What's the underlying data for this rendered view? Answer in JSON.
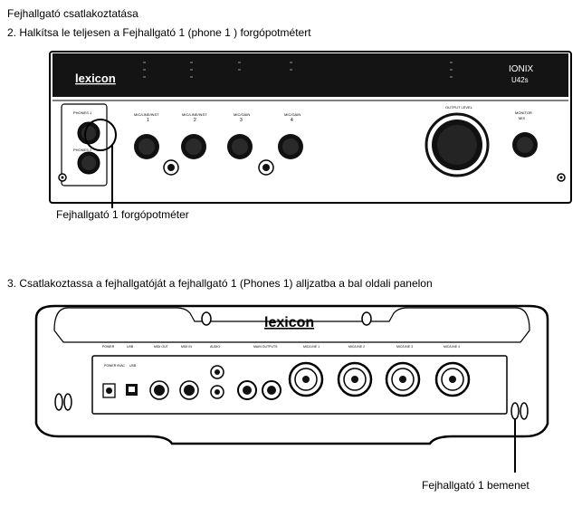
{
  "heading": "Fejhallgató csatlakoztatása",
  "step2": "2. Halkítsa le teljesen a Fejhallgató 1  (phone 1 ) forgópotmétert",
  "callout1": "Fejhallgató 1 forgópotméter",
  "step3": "3. Csatlakoztassa a fejhallgatóját a fejhallgató 1 (Phones 1) alljzatba a bal oldali panelon",
  "callout2": "Fejhallgató 1 bemenet",
  "front": {
    "brand": "lexicon",
    "model_top": "IONIX",
    "model_bottom": "U42s",
    "phones1": "PHONES 1",
    "phones2": "PHONES 2",
    "ch1": "MIC/LINE/INST",
    "ch1_num": "1",
    "ch2": "MIC/LINE/INST",
    "ch2_num": "2",
    "ch3": "MIC/GAIN",
    "ch3_num": "3",
    "ch4": "MIC/GAIN",
    "ch4_num": "4",
    "output": "OUTPUT LEVEL",
    "monitor": "MONITOR",
    "monitor_mix": "MIX"
  },
  "rear": {
    "brand": "lexicon",
    "labels": [
      "POWER",
      "USB",
      "MIDI OUT",
      "MIDI IN",
      "AUDIO",
      "MAIN OUTPUTS",
      "MIC/LINE 1",
      "MIC/LINE 2",
      "MIC/LINE 3",
      "MIC/LINE 4"
    ],
    "power_spec": "POWER 9VAC",
    "usb": "USB"
  },
  "colors": {
    "ink": "#000000",
    "panel": "#1a1a1a",
    "paper": "#ffffff"
  }
}
